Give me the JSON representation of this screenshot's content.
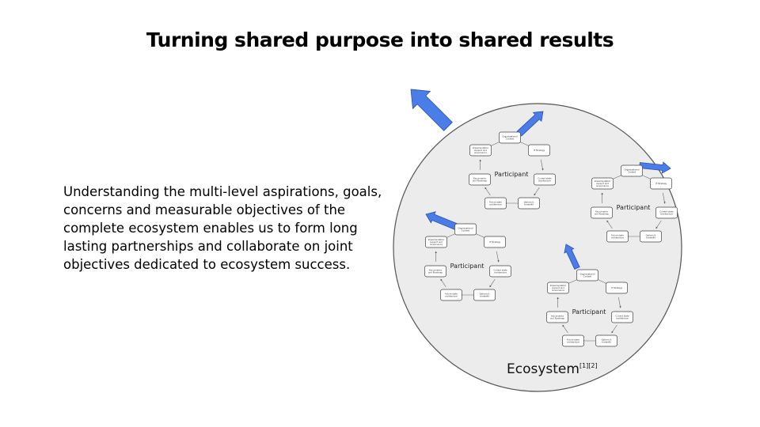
{
  "slide": {
    "title": "Turning shared purpose into shared results",
    "body_lines": [
      "Understanding the multi-level aspirations, goals,",
      "concerns and measurable objectives of the",
      "complete ecosystem enables us to form long",
      "lasting partnerships and collaborate on joint",
      "objectives dedicated to ecosystem success."
    ]
  },
  "diagram": {
    "ecosystem_label": "Ecosystem",
    "ecosystem_refs": "[1][2]",
    "participant_label": "Participant",
    "cycle_steps": [
      "Organizational Context",
      "IT Strategy",
      "Current state architecture",
      "Options & tradeoffs",
      "Future state architecture",
      "Key projects and Roadmap",
      "Implementation support and Governance"
    ],
    "colors": {
      "arrow_fill": "#4a7de8",
      "arrow_stroke": "#2a4fb0",
      "circle_fill": "#ececec",
      "circle_stroke": "#555555"
    }
  }
}
